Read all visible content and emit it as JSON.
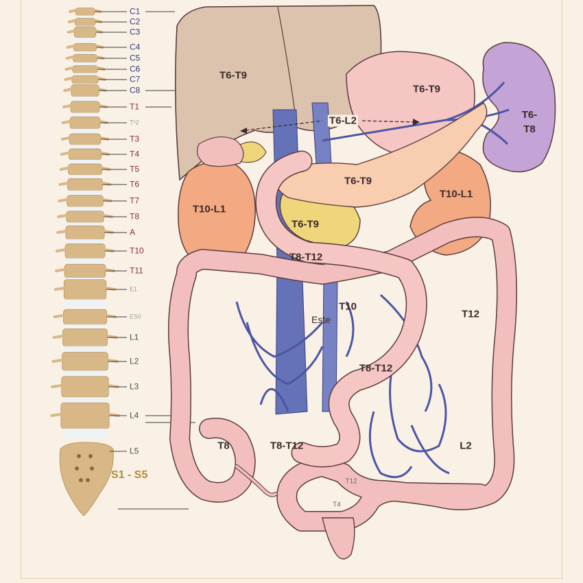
{
  "vertebral_labels": [
    "C1",
    "C2",
    "C3",
    "C4",
    "C5",
    "C6",
    "C7",
    "C8",
    "T1",
    "T¹2",
    "T3",
    "T4",
    "T5",
    "T6",
    "T7",
    "T8",
    "A",
    "T10",
    "T11",
    "E1",
    "ES0",
    "L1",
    "L2",
    "L3",
    "L4",
    "L5"
  ],
  "sacral_label": "S1 - S5",
  "organ_labels": {
    "liver": "T6-T9",
    "stomach": "T6-T9",
    "spleen": "T6-\nT8",
    "pancreas_arrow": "T6-L2",
    "pancreas": "T6-T9",
    "kidney_right": "T10-L1",
    "kidney_left": "T10-L1",
    "gallbladder": "T6-T9",
    "duodenum": "T8-T12",
    "transverse_colon": "T10",
    "transverse_colon_sub": "Este",
    "descending_colon": "T12",
    "small_intestine": "T8-T12",
    "appendix": "T8",
    "ileum": "T8-T12",
    "sigmoid": "L2",
    "rectum_upper": "T12",
    "rectum_lower": "T4"
  },
  "colors": {
    "background": "#faf1e6",
    "bone": "#d9b887",
    "disc": "#eef2f4",
    "liver": "#dcc3ad",
    "stomach": "#f5c6c4",
    "intestine": "#f2bfbe",
    "kidney": "#f3a982",
    "spleen": "#c4a3d6",
    "vein": "#6572b8",
    "fat": "#efd67b",
    "outline": "#5a3c3c"
  }
}
